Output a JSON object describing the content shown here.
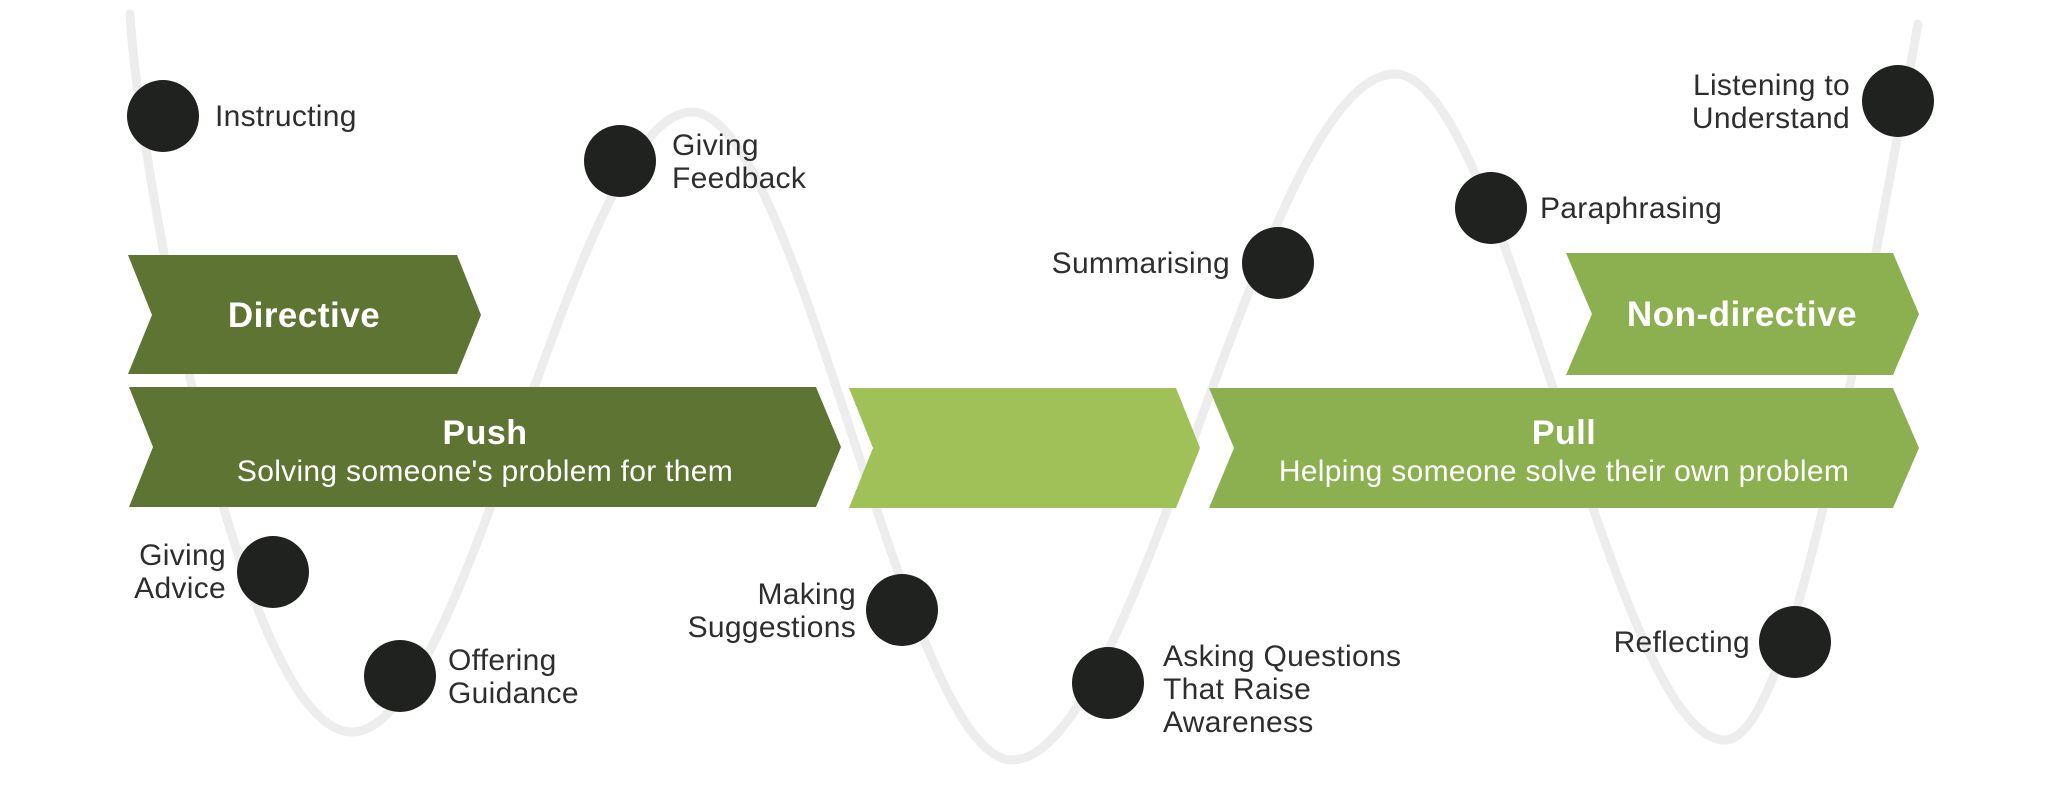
{
  "colors": {
    "dark_green": "#5d7433",
    "light_green": "#9fc158",
    "medium_green": "#8cb04f",
    "wave_gray": "#ededed",
    "dot_black": "#20221f",
    "label_text": "#2e2e2e",
    "band_text": "#ffffff"
  },
  "spectrum": {
    "directive_label": "Directive",
    "non_directive_label": "Non-directive"
  },
  "push": {
    "title": "Push",
    "subtitle": "Solving someone's problem for them"
  },
  "pull": {
    "title": "Pull",
    "subtitle": "Helping someone solve their own problem"
  },
  "techniques": [
    {
      "name": "Instructing",
      "lines": [
        "Instructing"
      ]
    },
    {
      "name": "Giving Feedback",
      "lines": [
        "Giving",
        "Feedback"
      ]
    },
    {
      "name": "Giving Advice",
      "lines": [
        "Giving",
        "Advice"
      ]
    },
    {
      "name": "Offering Guidance",
      "lines": [
        "Offering",
        "Guidance"
      ]
    },
    {
      "name": "Making Suggestions",
      "lines": [
        "Making",
        "Suggestions"
      ]
    },
    {
      "name": "Asking Questions That Raise Awareness",
      "lines": [
        "Asking Questions",
        "That Raise",
        "Awareness"
      ]
    },
    {
      "name": "Summarising",
      "lines": [
        "Summarising"
      ]
    },
    {
      "name": "Paraphrasing",
      "lines": [
        "Paraphrasing"
      ]
    },
    {
      "name": "Listening to Understand",
      "lines": [
        "Listening to",
        "Understand"
      ]
    },
    {
      "name": "Reflecting",
      "lines": [
        "Reflecting"
      ]
    }
  ]
}
